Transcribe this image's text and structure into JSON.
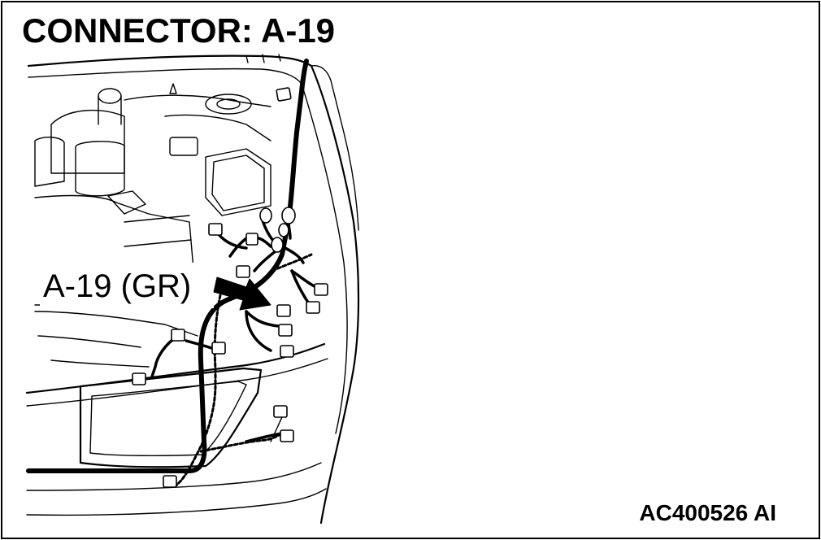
{
  "title": "CONNECTOR: A-19",
  "callout_label": "A-19 (GR)",
  "figure_id": "AC400526 AI"
}
